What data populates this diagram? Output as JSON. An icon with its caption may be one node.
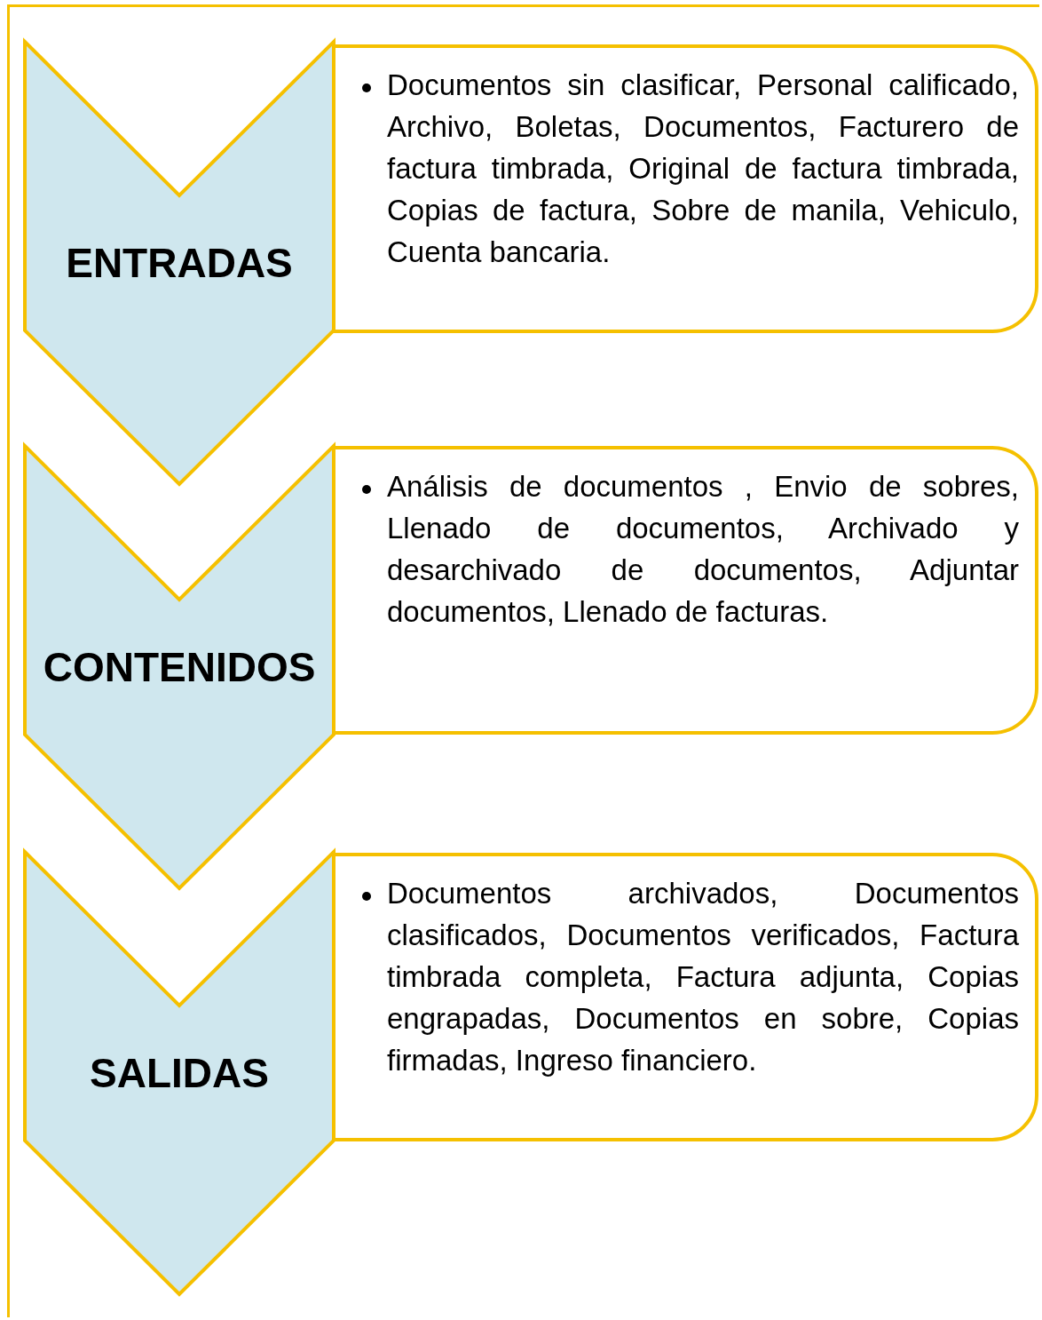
{
  "diagram": {
    "nodes": [
      {
        "text": [
          "ENTRADAS"
        ]
      },
      {
        "text": [
          "Documentos sin clasificar, Personal calificado, Archivo, Boletas, Documentos, Facturero de factura timbrada, Original de factura timbrada, Copias de factura, Sobre de manila, Vehiculo, Cuenta bancaria."
        ]
      },
      {
        "text": [
          "CONTENIDOS"
        ]
      },
      {
        "text": [
          "Análisis de documentos , Envio de sobres, Llenado de documentos, Archivado y desarchivado de documentos, Adjuntar documentos, Llenado de facturas."
        ]
      },
      {
        "text": [
          "SALIDAS"
        ]
      },
      {
        "text": [
          "Documentos archivados, Documentos clasificados, Documentos verificados, Factura timbrada completa, Factura adjunta, Copias engrapadas, Documentos en sobre, Copias firmadas, Ingreso financiero."
        ]
      }
    ]
  }
}
